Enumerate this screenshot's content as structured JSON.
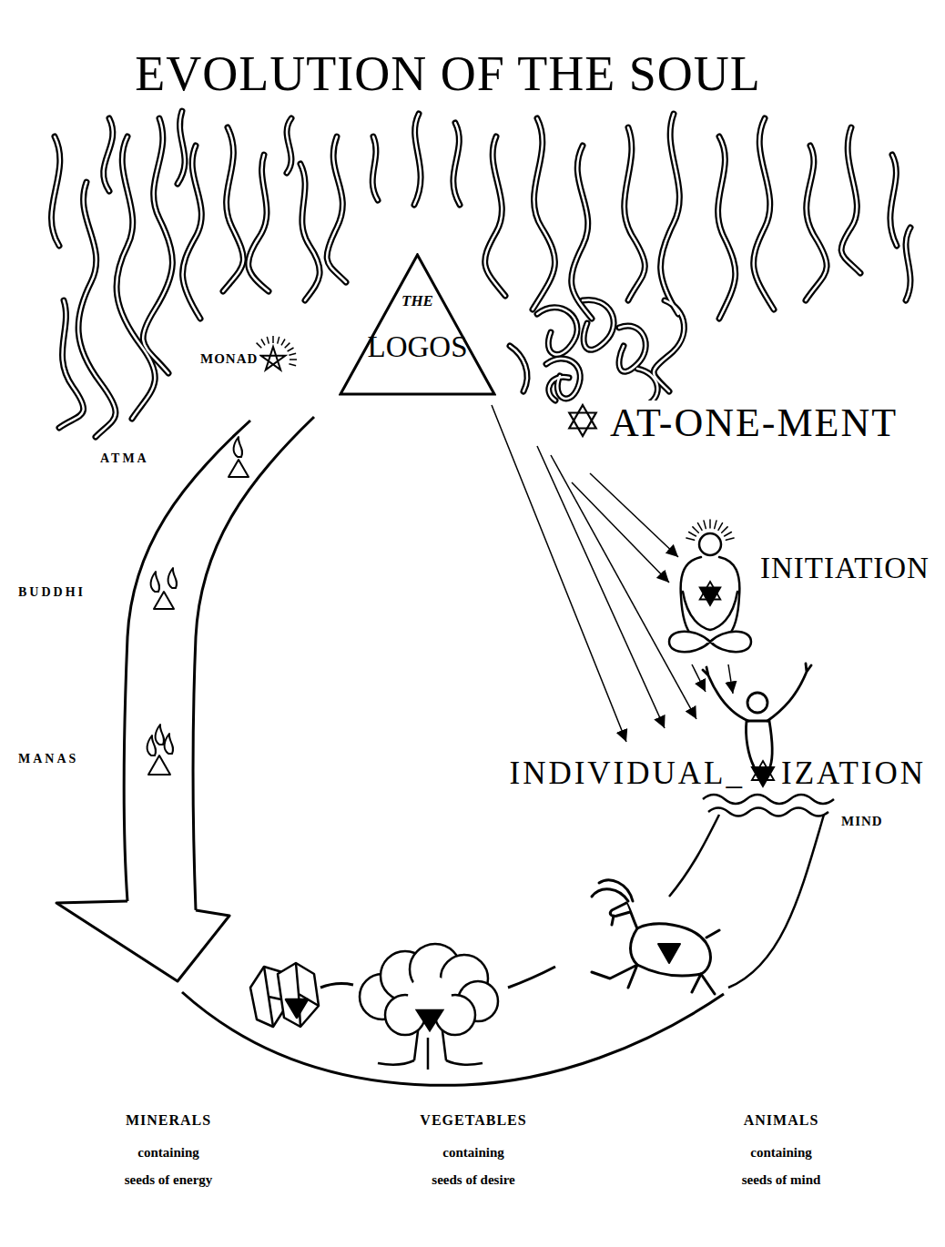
{
  "diagram": {
    "title": "EVOLUTION OF THE SOUL",
    "nodes": [
      {
        "text": [
          "THE",
          "LOGOS"
        ]
      }
    ],
    "labels": [
      "MONAD",
      "AT-ONE-MENT",
      "ATMA",
      "INITIATION",
      "BUDDHI",
      "INDIVIDUAL_",
      "IZATION",
      "MANAS",
      "MIND",
      "MINERALS",
      "containing",
      "seeds of energy",
      "VEGETABLES",
      "containing",
      "seeds of desire",
      "ANIMALS",
      "containing",
      "seeds of mind"
    ]
  }
}
